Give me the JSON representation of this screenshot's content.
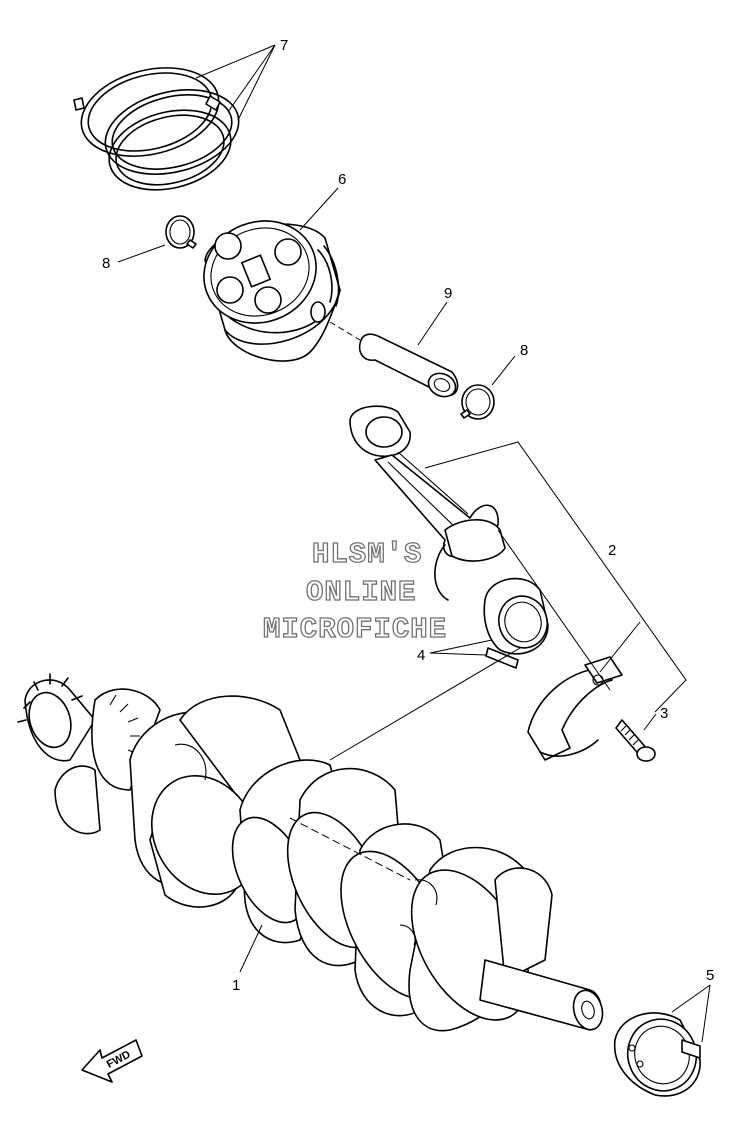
{
  "watermark": {
    "line1": "HLSM'S",
    "line2": "ONLINE",
    "line3": "MICROFICHE",
    "color": "#707070"
  },
  "direction_label": "FWD",
  "callouts": [
    {
      "id": "c7",
      "label": "7"
    },
    {
      "id": "c6",
      "label": "6"
    },
    {
      "id": "c8a",
      "label": "8"
    },
    {
      "id": "c9",
      "label": "9"
    },
    {
      "id": "c8b",
      "label": "8"
    },
    {
      "id": "c2",
      "label": "2"
    },
    {
      "id": "c4",
      "label": "4"
    },
    {
      "id": "c3",
      "label": "3"
    },
    {
      "id": "c1",
      "label": "1"
    },
    {
      "id": "c5",
      "label": "5"
    }
  ]
}
